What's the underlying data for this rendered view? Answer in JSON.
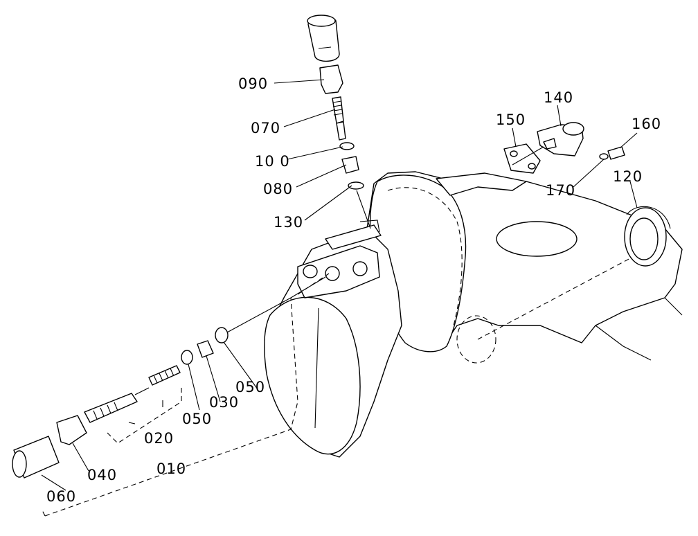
{
  "callouts": [
    {
      "id": "090",
      "text": "090"
    },
    {
      "id": "070",
      "text": "070"
    },
    {
      "id": "100",
      "text": "10 0"
    },
    {
      "id": "080",
      "text": "080"
    },
    {
      "id": "130",
      "text": "130"
    },
    {
      "id": "150",
      "text": "150"
    },
    {
      "id": "140",
      "text": "140"
    },
    {
      "id": "160",
      "text": "160"
    },
    {
      "id": "170",
      "text": "170"
    },
    {
      "id": "120",
      "text": "120"
    },
    {
      "id": "050a",
      "text": "050"
    },
    {
      "id": "050b",
      "text": "050"
    },
    {
      "id": "030",
      "text": "030"
    },
    {
      "id": "020",
      "text": "020"
    },
    {
      "id": "010",
      "text": "010"
    },
    {
      "id": "040",
      "text": "040"
    },
    {
      "id": "060",
      "text": "060"
    }
  ]
}
